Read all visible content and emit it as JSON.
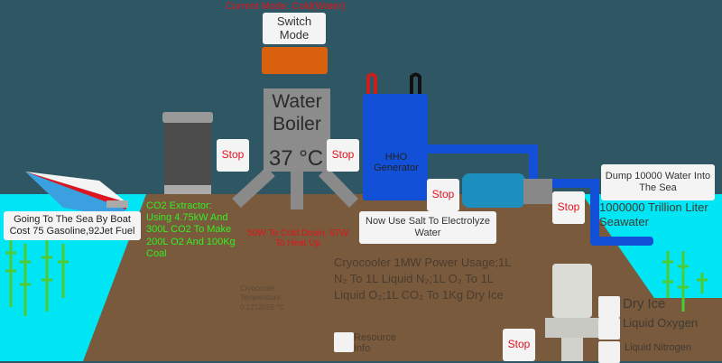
{
  "mode": {
    "label": "Current Mode: Cold(Water)",
    "switch_label": "Switch Mode"
  },
  "boiler": {
    "title": "Water Boiler",
    "temperature": "37 °C",
    "stop": "Stop"
  },
  "co2": {
    "stop": "Stop",
    "text": "CO2 Extractor: Using 4.75kW And 300L CO2 To Make 200L O2 And 100Kg Coal"
  },
  "hho": {
    "label": "HHO Generator",
    "stop": "Stop",
    "salt_button": "Now Use Salt To Electrolyze Water"
  },
  "pump": {
    "stop": "Stop"
  },
  "sea": {
    "dump_button": "Dump 10000 Water Into The Sea",
    "amount": "1000000 Trillion Liter Seawater"
  },
  "boat": {
    "button": "Going To The Sea By Boat Cost 75 Gasoline,92Jet Fuel"
  },
  "cryo": {
    "power_note": "50W To Cold Down, 67W To Heat Up",
    "temperature_label": "Cryocooler Temperature: 0.1213015 °C",
    "description_html": "Cryocooler 1MW Power Usage;1L N₂ To 1L Liquid N₂;1L O₂ To 1L Liquid O₂;1L CO₂ To 1Kg Dry Ice",
    "stop": "Stop"
  },
  "resource_info": "Resource Info",
  "products": [
    {
      "label": "Dry Ice"
    },
    {
      "label": "Liquid Oxygen"
    },
    {
      "label": "Liquid Nitrogen"
    }
  ],
  "colors": {
    "sky": "#2f5763",
    "ground": "#7a5a3c",
    "sea": "#00e6f5",
    "pipe": "#1250d8",
    "orange": "#d9600c",
    "red_text": "#e0141e",
    "green_text": "#33ee22"
  }
}
